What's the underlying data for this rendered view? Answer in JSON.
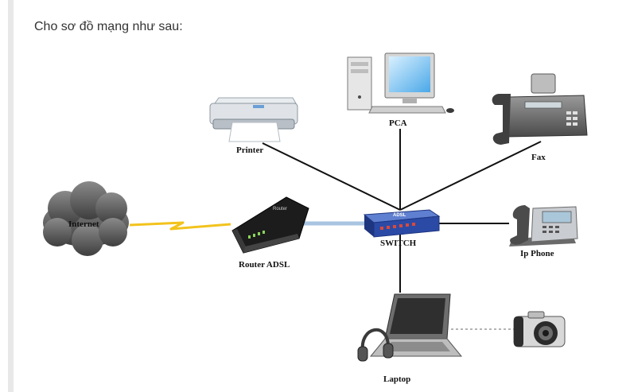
{
  "intro_text": "Cho sơ đồ mạng như sau:",
  "diagram": {
    "labels": {
      "printer": "Printer",
      "pca": "PCA",
      "fax": "Fax",
      "internet": "Internet",
      "router": "Router ADSL",
      "switch": "SWITCH",
      "ip_phone": "Ip Phone",
      "laptop": "Laptop"
    },
    "switch_logo": "ADSL",
    "router_logo": "Router"
  },
  "colors": {
    "link_line": "#111111",
    "wan_link": "#f2c31c",
    "lan_cable": "#a8c4e0",
    "switch_body": "#2b4aa6",
    "router_body": "#1c1c1c"
  }
}
